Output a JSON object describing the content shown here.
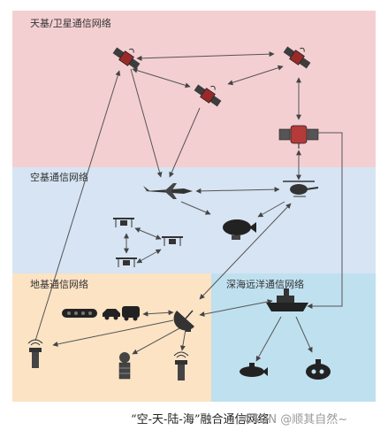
{
  "zones": {
    "space": {
      "label": "天基/卫星通信网络",
      "color": "#f4cfd1"
    },
    "air": {
      "label": "空基通信网络",
      "color": "#d6e4f3"
    },
    "ground": {
      "label": "地基通信网络",
      "color": "#fbe3c4"
    },
    "sea": {
      "label": "深海远洋通信网络",
      "color": "#bfe0ef"
    }
  },
  "icons": [
    "satellite-icon",
    "satellite-icon",
    "satellite-icon",
    "space-station-icon",
    "fighter-jet-icon",
    "helicopter-icon",
    "airship-icon",
    "drone-icon",
    "tank-icon",
    "car-icon",
    "van-icon",
    "radar-dish-icon",
    "signal-tower-icon",
    "ship-icon",
    "submarine-icon"
  ],
  "caption": "“空-天-陆-海”融合通信网络",
  "watermark": "CSDN @顺其自然~"
}
